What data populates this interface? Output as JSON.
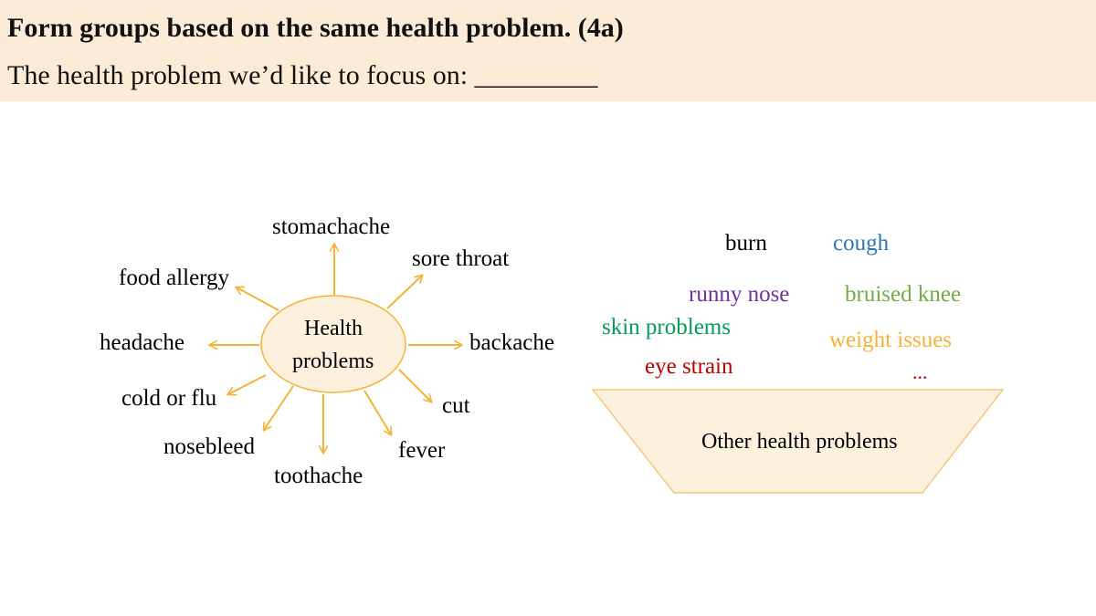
{
  "header": {
    "title": "Form groups based on the same health problem. (4a)",
    "prompt": "The health problem we’d like to focus on: _________"
  },
  "mind_map": {
    "center_label_line1": "Health",
    "center_label_line2": "problems",
    "items": [
      {
        "id": "stomachache",
        "label": "stomachache"
      },
      {
        "id": "sore-throat",
        "label": "sore throat"
      },
      {
        "id": "food-allergy",
        "label": "food allergy"
      },
      {
        "id": "headache",
        "label": "headache"
      },
      {
        "id": "backache",
        "label": "backache"
      },
      {
        "id": "cold-or-flu",
        "label": "cold or flu"
      },
      {
        "id": "cut",
        "label": "cut"
      },
      {
        "id": "nosebleed",
        "label": "nosebleed"
      },
      {
        "id": "fever",
        "label": "fever"
      },
      {
        "id": "toothache",
        "label": "toothache"
      }
    ],
    "arrow_color": "#f5b335",
    "ellipse_fill": "#fdf1de"
  },
  "other_problems": {
    "container_label": "Other health problems",
    "container_fill": "#fdf1de",
    "container_stroke": "#f5c77a",
    "words": [
      {
        "id": "burn",
        "text": "burn",
        "color": "#000000"
      },
      {
        "id": "cough",
        "text": "cough",
        "color": "#2e75b6"
      },
      {
        "id": "runny-nose",
        "text": "runny nose",
        "color": "#7030a0"
      },
      {
        "id": "bruised-knee",
        "text": "bruised knee",
        "color": "#70ad47"
      },
      {
        "id": "skin-problems",
        "text": "skin problems",
        "color": "#00a050"
      },
      {
        "id": "weight-issues",
        "text": "weight issues",
        "color": "#f5b335"
      },
      {
        "id": "eye-strain",
        "text": "eye strain",
        "color": "#c00000"
      },
      {
        "id": "ellipsis",
        "text": "...",
        "color": "#c00000"
      }
    ]
  }
}
